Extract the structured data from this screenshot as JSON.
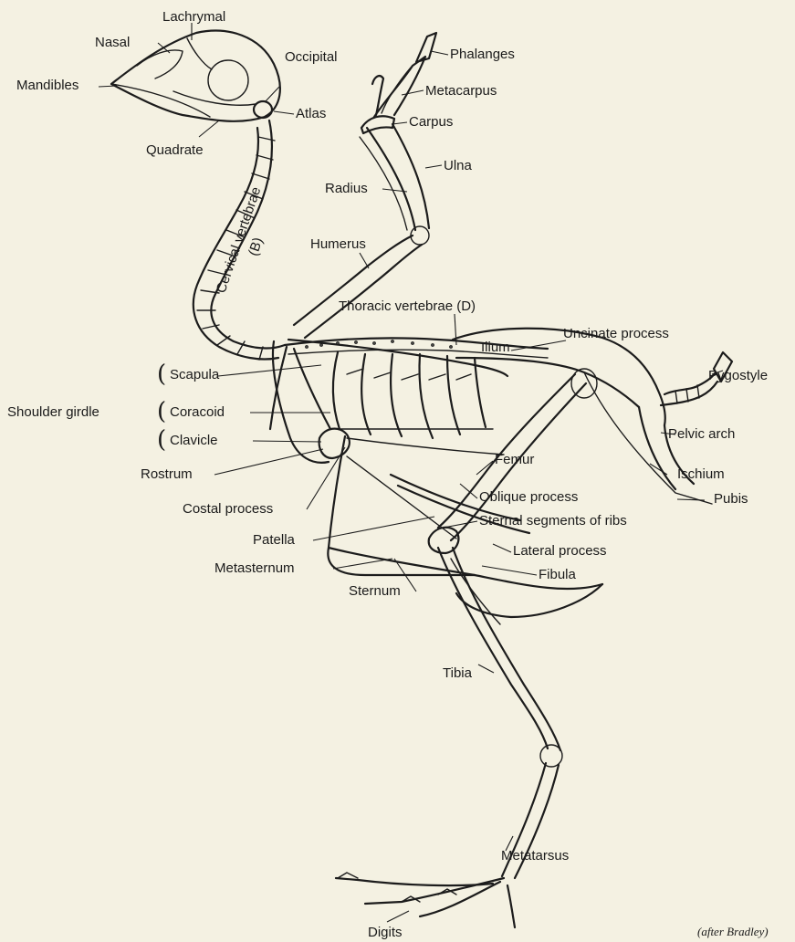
{
  "labels": {
    "lachrymal": "Lachrymal",
    "nasal": "Nasal",
    "occipital": "Occipital",
    "mandibles": "Mandibles",
    "atlas": "Atlas",
    "quadrate": "Quadrate",
    "phalanges": "Phalanges",
    "metacarpus": "Metacarpus",
    "carpus": "Carpus",
    "ulna": "Ulna",
    "radius": "Radius",
    "cervical_vertebrae": "Cervical vertebrae",
    "cervical_b": "(B)",
    "humerus": "Humerus",
    "thoracic_vertebrae": "Thoracic vertebrae (D)",
    "uncinate_process": "Uncinate process",
    "ilium": "Ilium",
    "pygostyle": "Pygostyle",
    "scapula": "Scapula",
    "shoulder_girdle": "Shoulder girdle",
    "coracoid": "Coracoid",
    "pelvic_arch": "Pelvic arch",
    "clavicle": "Clavicle",
    "femur": "Femur",
    "ischium": "Ischium",
    "rostrum": "Rostrum",
    "oblique_process": "Oblique process",
    "pubis": "Pubis",
    "costal_process": "Costal process",
    "sternal_segments": "Sternal segments of ribs",
    "patella": "Patella",
    "lateral_process": "Lateral process",
    "metasternum": "Metasternum",
    "fibula": "Fibula",
    "sternum": "Sternum",
    "tibia": "Tibia",
    "metatarsus": "Metatarsus",
    "digits": "Digits"
  },
  "credit": "(after Bradley)"
}
